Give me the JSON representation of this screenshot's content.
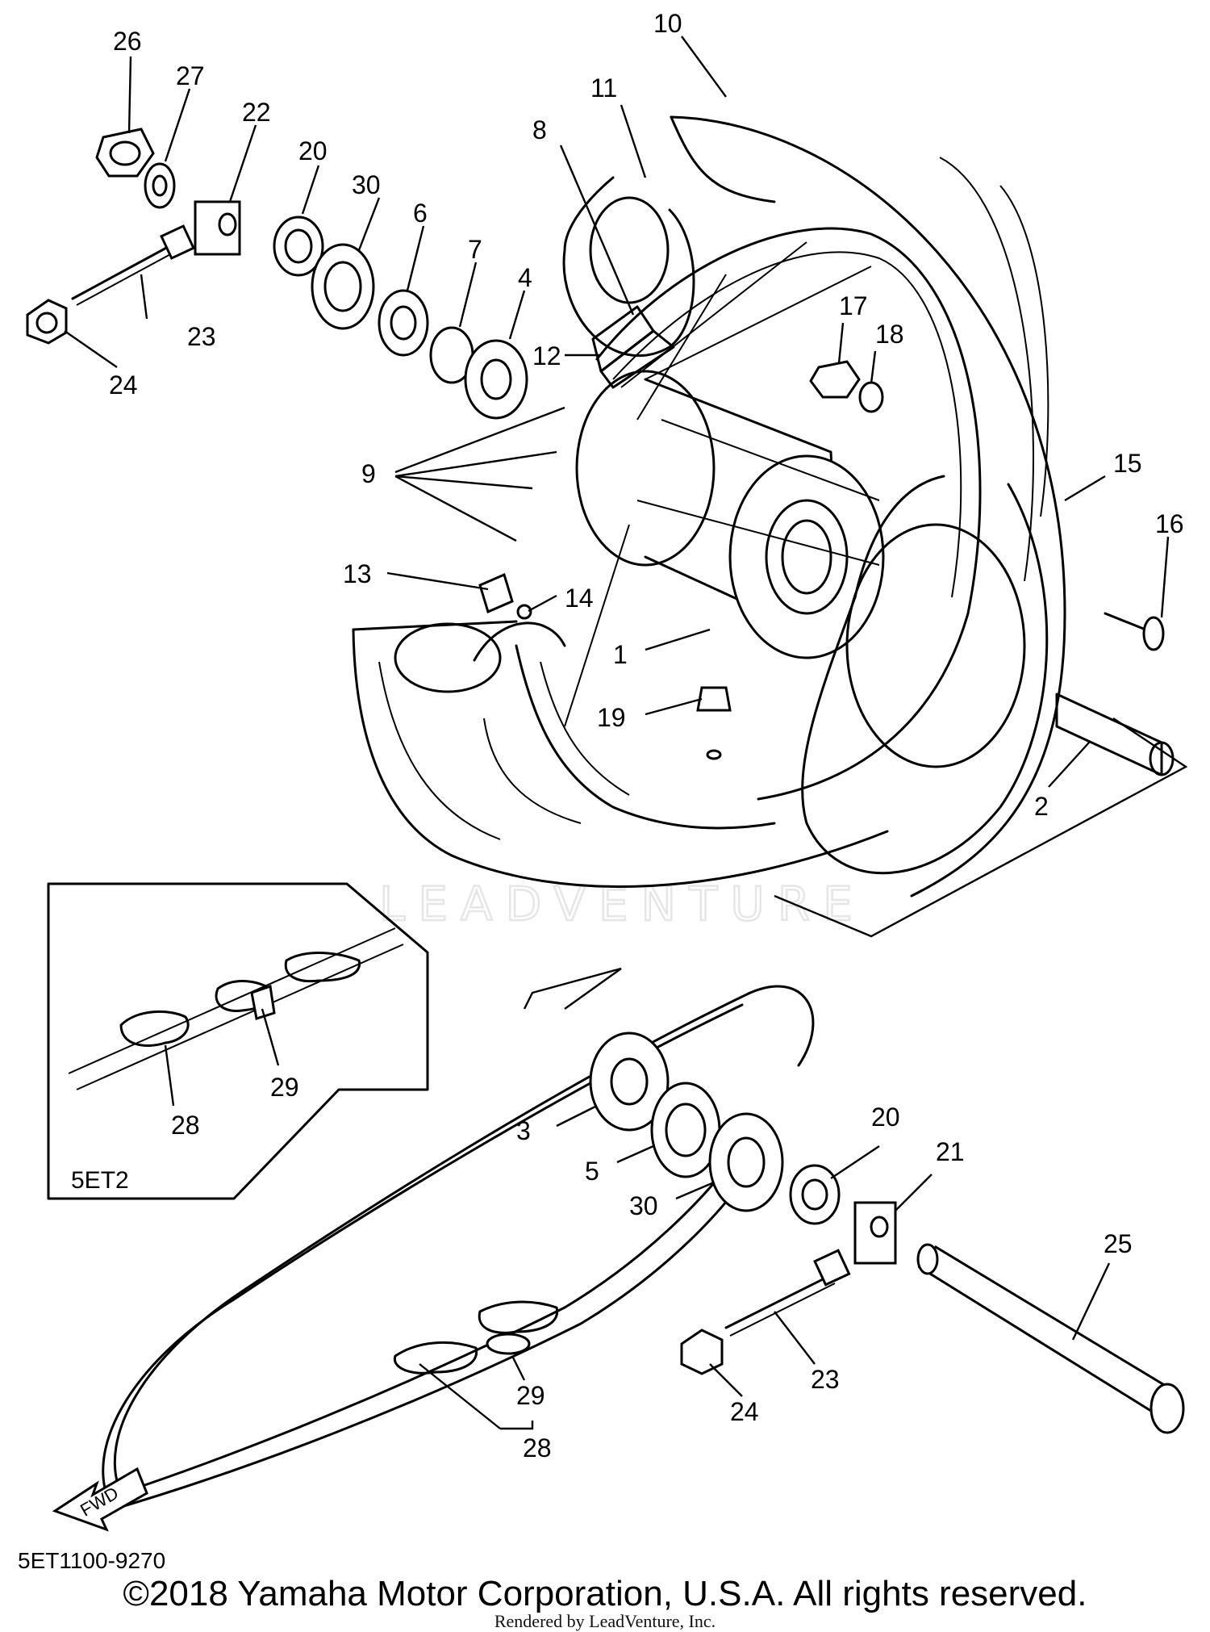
{
  "diagram": {
    "callouts": [
      "1",
      "2",
      "3",
      "4",
      "5",
      "6",
      "7",
      "8",
      "9",
      "10",
      "11",
      "12",
      "13",
      "14",
      "15",
      "16",
      "17",
      "18",
      "19",
      "20",
      "21",
      "22",
      "23",
      "24",
      "25",
      "26",
      "27",
      "28",
      "29",
      "30"
    ],
    "inset_label": "5ET2",
    "direction_label": "FWD",
    "watermark": "LEADVENTURE",
    "drawing_code": "5ET1100-9270",
    "copyright": "©2018 Yamaha Motor Corporation, U.S.A. All rights reserved.",
    "rendered_by": "Rendered by LeadVenture, Inc."
  }
}
